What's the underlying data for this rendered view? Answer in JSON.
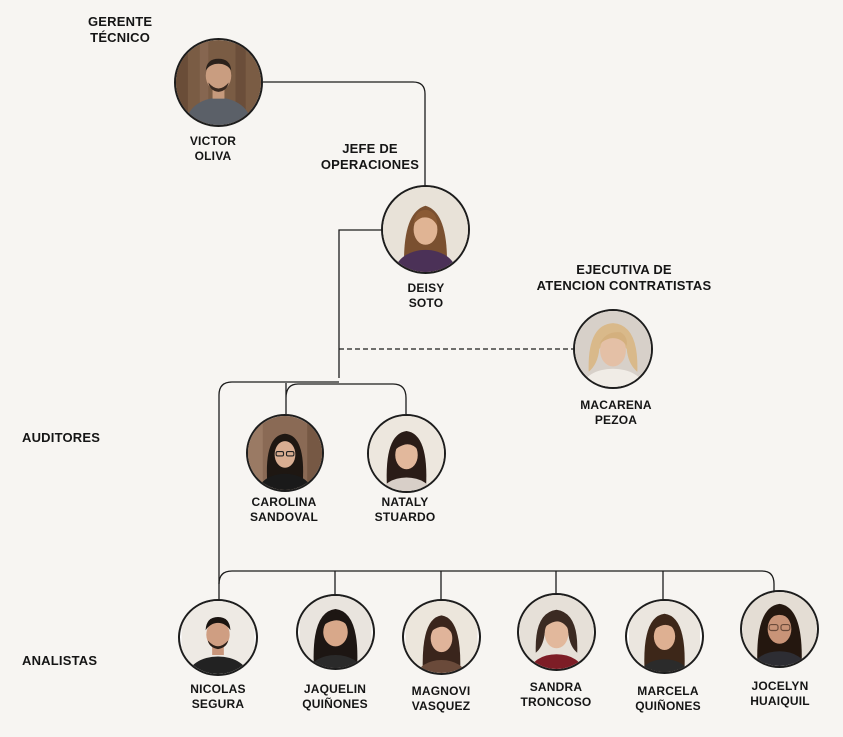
{
  "sections": {
    "auditores": "AUDITORES",
    "analistas": "ANALISTAS"
  },
  "gerente": {
    "role": [
      "GERENTE",
      "TÉCNICO"
    ],
    "name": [
      "VICTOR",
      "OLIVA"
    ]
  },
  "jefe": {
    "role": [
      "JEFE DE",
      "OPERACIONES"
    ],
    "name": [
      "DEISY",
      "SOTO"
    ]
  },
  "ejecutiva": {
    "role": [
      "EJECUTIVA DE",
      "ATENCION CONTRATISTAS"
    ],
    "name": [
      "MACARENA",
      "PEZOA"
    ]
  },
  "auditores": [
    {
      "name": [
        "CAROLINA",
        "SANDOVAL"
      ]
    },
    {
      "name": [
        "NATALY",
        "STUARDO"
      ]
    }
  ],
  "analistas": [
    {
      "name": [
        "NICOLAS",
        "SEGURA"
      ]
    },
    {
      "name": [
        "JAQUELIN",
        "QUIÑONES"
      ]
    },
    {
      "name": [
        "MAGNOVI",
        "VASQUEZ"
      ]
    },
    {
      "name": [
        "SANDRA",
        "TRONCOSO"
      ]
    },
    {
      "name": [
        "MARCELA",
        "QUIÑONES"
      ]
    },
    {
      "name": [
        "JOCELYN",
        "HUAIQUIL"
      ]
    }
  ],
  "colors": {
    "line": "#1d1d1d",
    "background": "#f7f5f2"
  }
}
